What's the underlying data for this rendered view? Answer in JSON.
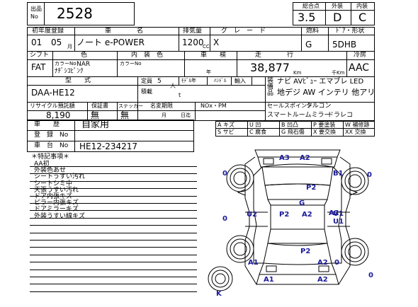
{
  "header": {
    "lot_label": "出品\nNo",
    "lot_number": "2528",
    "score_label": "総合点",
    "score": "3.5",
    "exterior_label": "外装",
    "exterior": "D",
    "interior_label": "内装",
    "interior": "C"
  },
  "row1": {
    "reg_label": "初年度登録",
    "reg_year": "01",
    "reg_month": "05",
    "month_unit": "月",
    "model_label": "車　　　　名",
    "model": "ノート e-POWER",
    "disp_label": "排気量",
    "disp": "1200",
    "disp_unit": "CC",
    "grade_label": "グ　レ　ー　ド",
    "grade": "X",
    "fuel_label": "燃料",
    "fuel": "G",
    "door_label": "ﾄﾞｱ・形状",
    "door": "5DHB"
  },
  "row2": {
    "shift_label": "シフト",
    "shift": "FAT",
    "color_label": "色",
    "color_no_label": "カラーNo",
    "color_name": "ﾅﾁﾞｼｺﾋﾟﾝｸ",
    "int_label": "内　装　色",
    "int_color_no_label": "カラーNo",
    "int_color_no": "NAR",
    "inspection_label": "車　　検",
    "year_unit": "年",
    "mileage_label": "走　　　　行",
    "mileage": "38,877",
    "km_unit": "Km",
    "sen_km_unit": "千Km",
    "ac_label": "冷房",
    "ac": "AAC"
  },
  "row3": {
    "type_label": "型　　式",
    "type": "DAA-HE12",
    "capacity_label": "定員",
    "capacity": "5",
    "person_unit": "人",
    "model_change_label": "ﾓﾃﾞﾙ年",
    "handle_label": "ﾊﾝﾄﾞﾙ",
    "import_label": "輸入",
    "load_label": "積載",
    "load_unit": "t",
    "equip_label": "装備品",
    "equip_1": "ナビ AVﾋﾞｭｰ エマブレ LED",
    "equip_2": "地デジ AW インテリ 他アリ"
  },
  "row4": {
    "recycle_label": "リサイクル預託額",
    "recycle": "8,190",
    "warranty_label": "保証書",
    "warranty": "無",
    "sticker_label": "ステッカー",
    "sticker": "無",
    "name_change_label": "名変期限",
    "month_unit": "月",
    "day_unit": "日迄",
    "nox_label": "NOx・PM",
    "sales_label": "セールスポイント",
    "sales_1": "クルコン",
    "sales_2": "スマートルームミラー",
    "sales_3": "ドラレコ"
  },
  "history": {
    "history_label": "車　　歴",
    "history": "自家用",
    "reg_no_label": "登　録　No",
    "chassis_label": "車　台　No",
    "chassis": "HE12-234217"
  },
  "legend": [
    {
      "code": "A",
      "text": "キズ"
    },
    {
      "code": "U",
      "text": "凹"
    },
    {
      "code": "B",
      "text": "凹凸"
    },
    {
      "code": "P",
      "text": "要塗装"
    },
    {
      "code": "W",
      "text": "補修跡"
    },
    {
      "code": "S",
      "text": "サビ"
    },
    {
      "code": "C",
      "text": "腐食"
    },
    {
      "code": "G",
      "text": "飛石傷"
    },
    {
      "code": "X",
      "text": "要交換"
    },
    {
      "code": "XX",
      "text": "交換"
    }
  ],
  "notes": {
    "title": "＊特記事項＊",
    "lines": [
      "AA初",
      "外装色あせ",
      "シートうすい汚れ",
      "シートシミ中",
      "天張うすい汚れ",
      "ドア内張キズ",
      "ピラー内張キズ",
      "ドアミラーキズ",
      "外装うすい線キズ"
    ]
  },
  "diagram": {
    "marks": [
      "A3",
      "A2",
      "B1",
      "0",
      "P2",
      "G",
      "P2",
      "U2",
      "A2",
      "A2",
      "U1",
      "U1",
      "0",
      "P2",
      "A1",
      "A2",
      "0",
      "A1",
      "A2",
      "0",
      "K",
      "0"
    ]
  }
}
